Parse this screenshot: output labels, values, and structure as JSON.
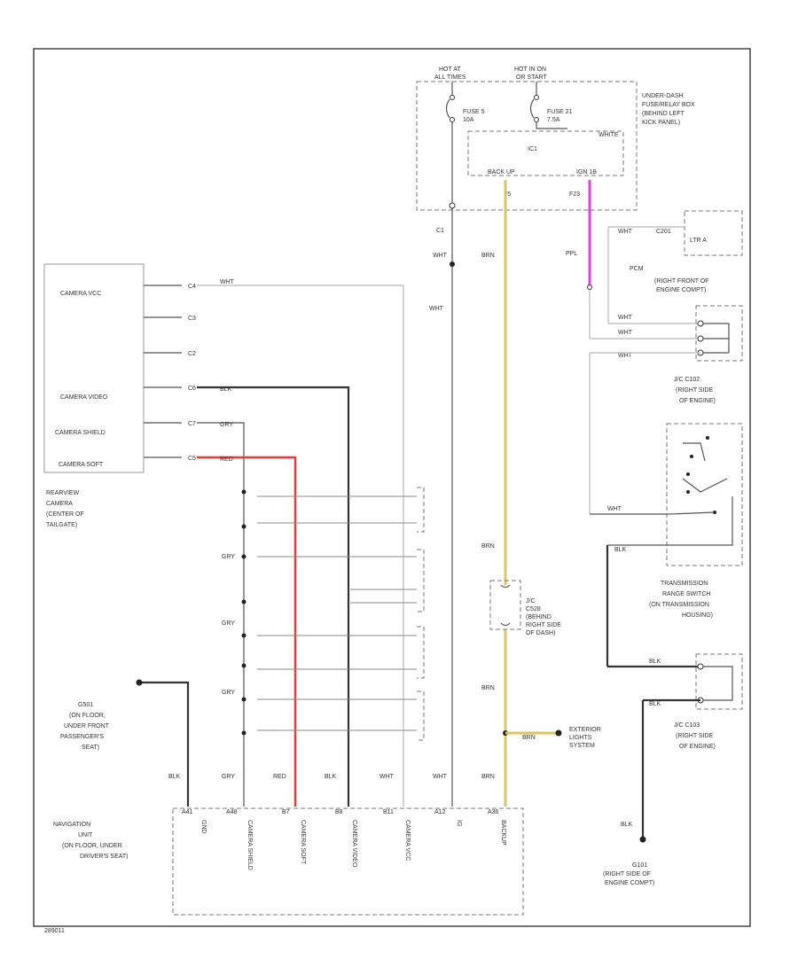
{
  "fuse_box": {
    "hot_at_all_times": [
      "HOT AT",
      "ALL TIMES"
    ],
    "hot_in_on": [
      "HOT IN ON",
      "OR START"
    ],
    "fuse_a": [
      "FUSE 5",
      "10A"
    ],
    "fuse_b": [
      "FUSE 21",
      "7.5A"
    ],
    "ic1": "IC1",
    "white": "WHITE",
    "backup": "BACK UP",
    "ign": "IGN 1B",
    "pin_left": "F5",
    "pin_right": "F23",
    "label": [
      "UNDER-DASH",
      "FUSE/RELAY BOX",
      "(BEHIND LEFT",
      "KICK PANEL)"
    ]
  },
  "g_c1": "C1",
  "lbl_wht": "WHT",
  "lbl_brn": "BRN",
  "lbl_ppl": "PPL",
  "lbl_blk": "BLK",
  "lbl_gry": "GRY",
  "lbl_red": "RED",
  "lbl_c201": "C201",
  "ltr_a": "LTR A",
  "pcm": [
    "PCM",
    "(RIGHT FRONT OF",
    "ENGINE COMPT)"
  ],
  "jc_c102": [
    "J/C C102",
    "(RIGHT SIDE",
    "OF ENGINE)"
  ],
  "jc_c103": [
    "J/C C103",
    "(RIGHT SIDE",
    "OF ENGINE)"
  ],
  "trans_switch": [
    "TRANSMISSION",
    "RANGE SWITCH",
    "(ON TRANSMISSION",
    "HOUSING)"
  ],
  "g101": [
    "G101",
    "(RIGHT SIDE OF",
    "ENGINE COMPT)"
  ],
  "jc_c528": [
    "J/C",
    "C528",
    "(BEHIND",
    "RIGHT SIDE",
    "OF DASH)"
  ],
  "exterior": [
    "EXTERIOR",
    "LIGHTS",
    "SYSTEM"
  ],
  "g501": [
    "G501",
    "(ON FLOOR,",
    "UNDER FRONT",
    "PASSENGER'S",
    "SEAT)"
  ],
  "camera": {
    "labels": [
      "CAMERA VCC",
      "CAMERA VIDEO",
      "CAMERA SHIELD",
      "CAMERA SOFT"
    ],
    "pins": [
      "C4",
      "C3",
      "C2",
      "C6",
      "C7",
      "C5"
    ],
    "label": [
      "REARVIEW",
      "CAMERA",
      "(CENTER OF",
      "TAILGATE)"
    ]
  },
  "nav": {
    "label": [
      "NAVIGATION",
      "UNIT",
      "(ON FLOOR, UNDER",
      "DRIVER'S SEAT)"
    ],
    "pins": [
      "GND",
      "CAMERA SHIELD",
      "CAMERA SOFT",
      "CAMERA VIDEO",
      "CAMERA VCC",
      "IG",
      "BACKUP"
    ],
    "pin_ids": [
      "A41",
      "A48",
      "B7",
      "B8",
      "B11",
      "A12",
      "A36"
    ]
  },
  "footer_code": "289011"
}
